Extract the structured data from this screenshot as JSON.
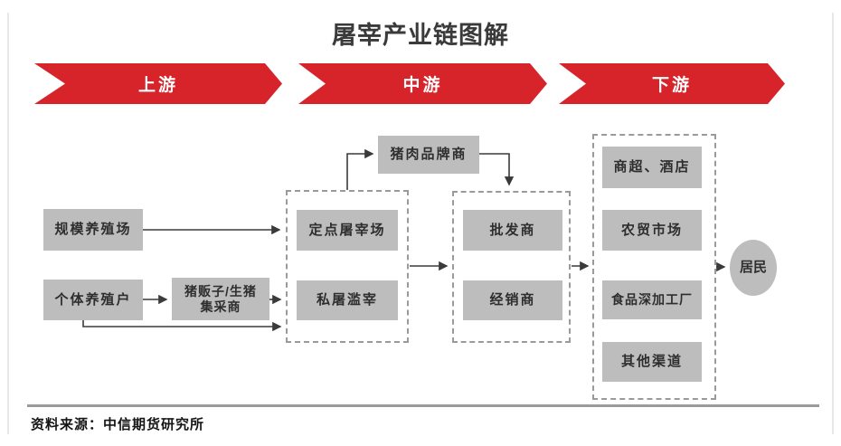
{
  "title": "屠宰产业链图解",
  "banners": {
    "upstream": "上游",
    "midstream": "中游",
    "downstream": "下游"
  },
  "nodes": {
    "scale_farm": "规模养殖场",
    "individual_farmer": "个体养殖户",
    "pig_dealer_line1": "猪贩子/生猪",
    "pig_dealer_line2": "集采商",
    "pork_brand": "猪肉品牌商",
    "designated_slaughterhouse": "定点屠宰场",
    "illegal_slaughter": "私屠滥宰",
    "wholesaler": "批发商",
    "distributor": "经销商",
    "supermarket_hotel": "商超、酒店",
    "farmers_market": "农贸市场",
    "food_processing_plant": "食品深加工厂",
    "other_channels": "其他渠道",
    "residents": "居民"
  },
  "footer": {
    "source": "资料来源：中信期货研究所"
  },
  "colors": {
    "banner_red": "#d7232a",
    "box_gray": "#bdbdbd",
    "line_dark": "#3a3a3a",
    "dashed_gray": "#9a9a9a"
  }
}
